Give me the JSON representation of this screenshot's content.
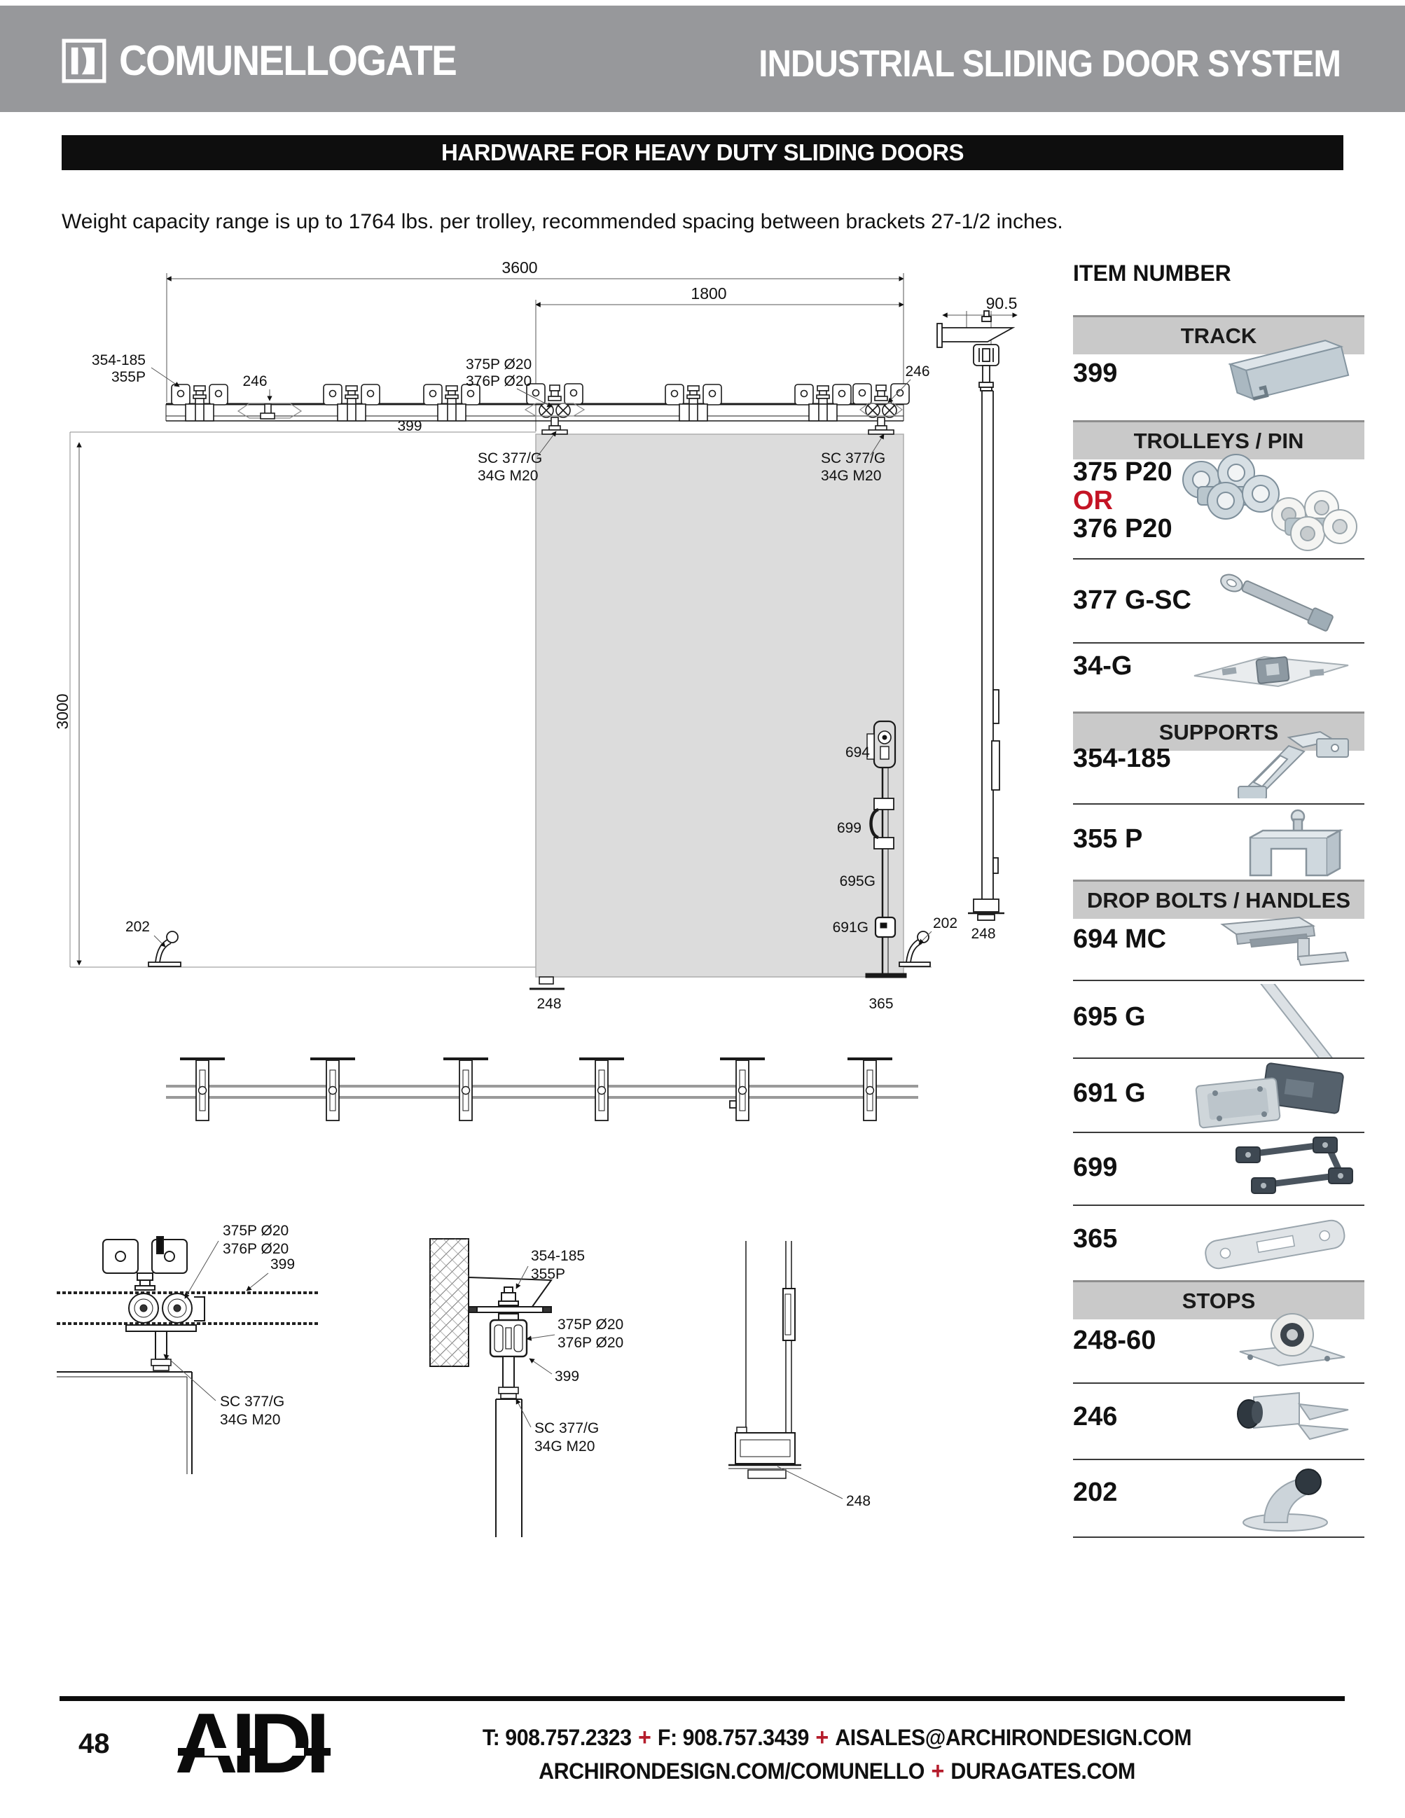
{
  "header": {
    "brand": "COMUNELLOGATE",
    "title": "INDUSTRIAL SLIDING DOOR SYSTEM"
  },
  "section_bar": {
    "label": "HARDWARE FOR HEAVY DUTY SLIDING DOORS"
  },
  "intro": {
    "text": "Weight capacity range is up to 1764 lbs. per trolley, recommended spacing between brackets 27-1/2 inches."
  },
  "drawing": {
    "labels": {
      "d3600": "3600",
      "d1800": "1800",
      "d905": "90.5",
      "d3000": "3000",
      "support": "354-185",
      "supportb": "355P",
      "stop246": "246",
      "track399": "399",
      "tro375": "375P Ø20",
      "tro376": "376P Ø20",
      "pinsc": "SC 377/G",
      "pin34g": "34G M20",
      "lock694": "694",
      "handle699": "699",
      "rod695": "695G",
      "latch691": "691G",
      "stop202": "202",
      "guide248": "248",
      "plate365": "365"
    }
  },
  "sidebar": {
    "heading": "ITEM NUMBER",
    "bands": {
      "track": "TRACK",
      "trolleys": "TROLLEYS / PIN",
      "supports": "SUPPORTS",
      "dropbolts": "DROP BOLTS / HANDLES",
      "stops": "STOPS"
    },
    "items": {
      "i399": "399",
      "i375": "375 P20",
      "or": "OR",
      "i376": "376 P20",
      "i377": "377 G-SC",
      "i34g": "34-G",
      "i354": "354-185",
      "i355": "355 P",
      "i694": "694 MC",
      "i695": "695 G",
      "i691": "691 G",
      "i699": "699",
      "i365": "365",
      "i248": "248-60",
      "i246": "246",
      "i202": "202"
    }
  },
  "footer": {
    "page": "48",
    "logo": "AIDI",
    "tel": "T: 908.757.2323",
    "fax": "F: 908.757.3439",
    "email": "AISALES@ARCHIRONDESIGN.COM",
    "site1": "ARCHIRONDESIGN.COM/COMUNELLO",
    "site2": "DURAGATES.COM",
    "sep": "+"
  },
  "colors": {
    "accent_red": "#c41425",
    "header_gray": "#97989b",
    "band_gray": "#c9c9c9",
    "bar_black": "#0e0e0e",
    "door_fill": "#dcdcdc"
  }
}
